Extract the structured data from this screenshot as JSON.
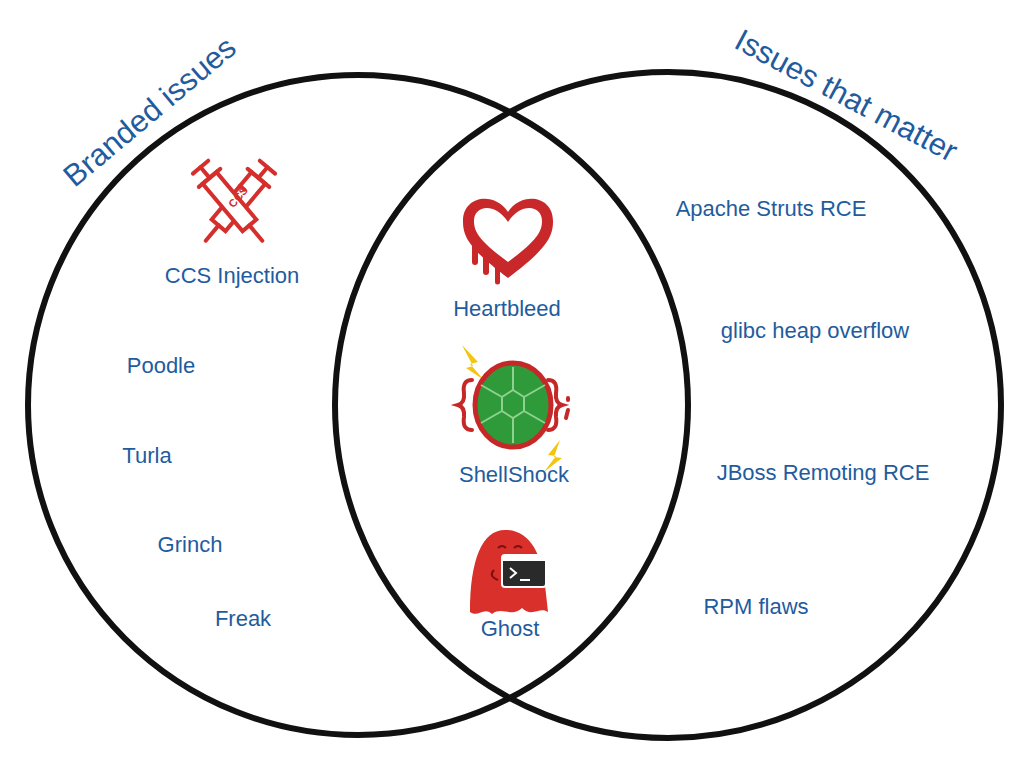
{
  "diagram": {
    "nodes": [
      {
        "text": [
          "Branded issues",
          "CCS Injection",
          "Poodle",
          "Turla",
          "Grinch",
          "Freak"
        ]
      },
      {
        "text": [
          "Issues that matter",
          "Apache Struts RCE",
          "glibc heap overflow",
          "JBoss Remoting RCE",
          "RPM flaws"
        ]
      }
    ],
    "labels": [
      "CCS",
      "Heartbleed",
      "ShellShock",
      "Ghost"
    ]
  }
}
